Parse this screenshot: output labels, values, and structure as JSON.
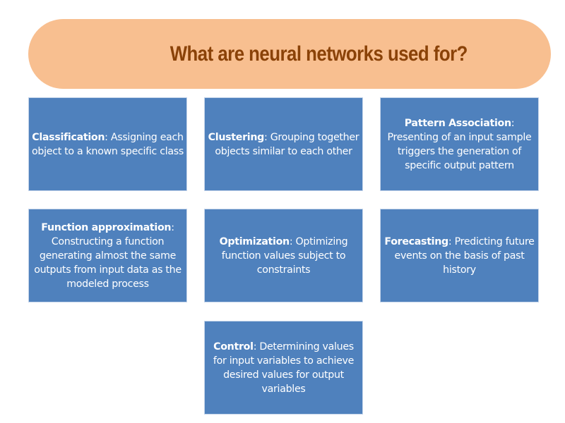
{
  "title": "What are neural networks used for?",
  "colors": {
    "banner_fill": "#f8bf90",
    "title_text": "#8a4208",
    "box_fill": "#4f81bd",
    "box_text": "#ffffff"
  },
  "items": [
    {
      "term": "Classification",
      "description": ": Assigning each object to a known specific class"
    },
    {
      "term": "Clustering",
      "description": ": Grouping together objects similar to each other"
    },
    {
      "term": "Pattern Association",
      "description": ": Presenting of an input sample triggers the generation of specific output pattern"
    },
    {
      "term": "Function approximation",
      "description": ": Constructing a function generating almost the same outputs from input data as the modeled process"
    },
    {
      "term": "Optimization",
      "description": ": Optimizing function values subject to constraints"
    },
    {
      "term": "Forecasting",
      "description": ": Predicting future events on the basis of past history"
    },
    {
      "term": "Control",
      "description": ": Determining values for input variables to achieve desired values for output variables"
    }
  ]
}
